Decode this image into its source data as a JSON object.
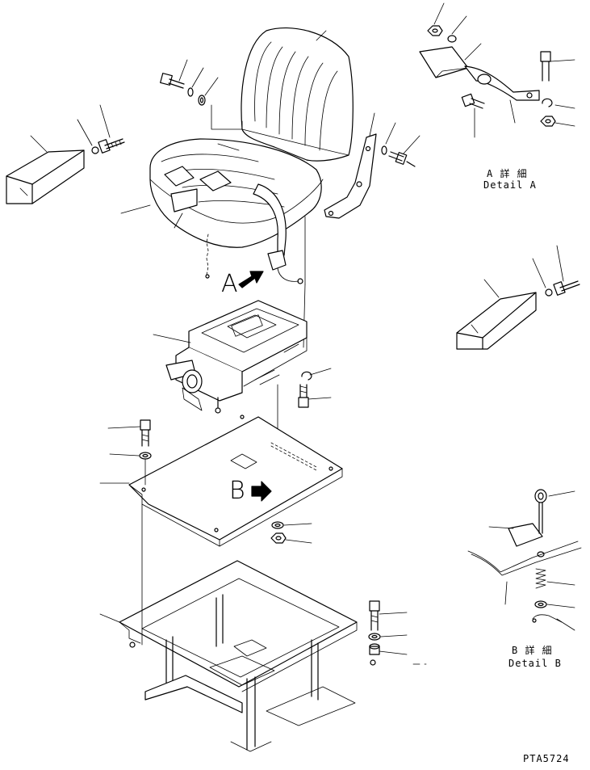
{
  "diagram": {
    "view_labels": {
      "a": "A",
      "b": "B"
    },
    "details": {
      "a": {
        "jp": "A 詳 細",
        "en": "Detail A"
      },
      "b": {
        "jp": "B 詳 細",
        "en": "Detail B"
      }
    },
    "drawing_code": "PTA5724"
  }
}
